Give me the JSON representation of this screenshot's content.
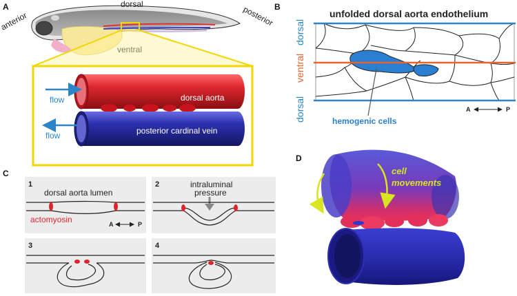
{
  "panel_a": {
    "letter": "A",
    "dorsal": "dorsal",
    "ventral": "ventral",
    "anterior": "anterior",
    "posterior": "posterior",
    "flow_top": "flow",
    "flow_bottom": "flow",
    "vessel_top": "dorsal aorta",
    "vessel_bottom": "posterior cardinal vein"
  },
  "panel_b": {
    "letter": "B",
    "title": "unfolded dorsal aorta endothelium",
    "dorsal_top": "dorsal",
    "ventral": "ventral",
    "dorsal_bottom": "dorsal",
    "hemogenic": "hemogenic cells",
    "axis_a": "A",
    "axis_p": "P"
  },
  "panel_c": {
    "letter": "C",
    "steps": [
      "1",
      "2",
      "3",
      "4"
    ],
    "lumen": "dorsal aorta lumen",
    "pressure_line1": "intraluminal",
    "pressure_line2": "pressure",
    "actomyosin": "actomyosin",
    "axis_a": "A",
    "axis_p": "P"
  },
  "panel_d": {
    "letter": "D",
    "cell_line1": "cell",
    "cell_line2": "movements"
  },
  "colors": {
    "dorsal_aorta": "#d9242c",
    "cardinal_vein": "#2b2fa0",
    "callout_yellow": "#f2d600",
    "label_blue": "#2a86c8",
    "ventral_orange": "#e8642c",
    "actomyosin_red": "#e0242c"
  }
}
